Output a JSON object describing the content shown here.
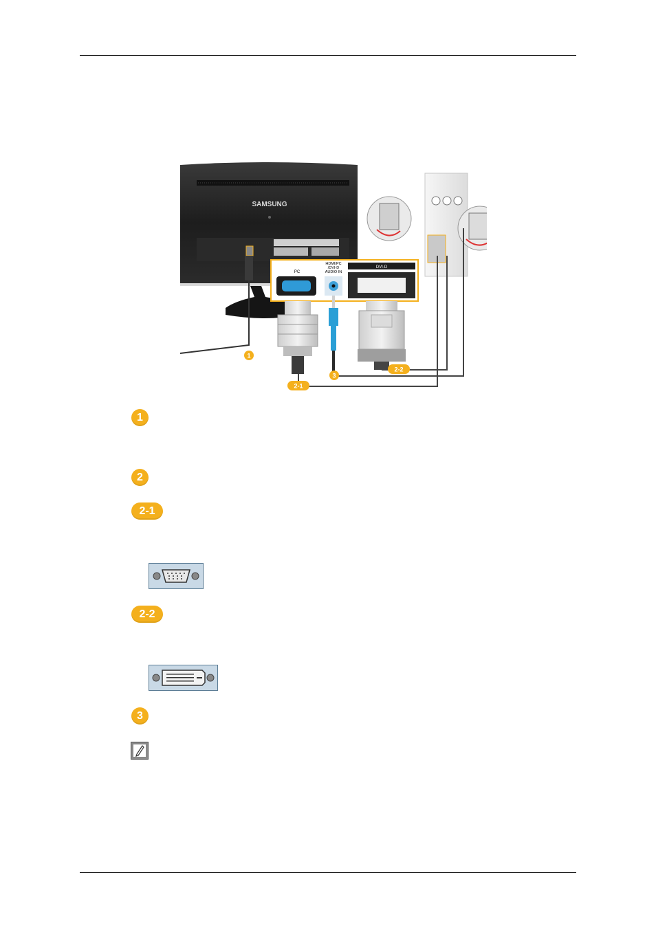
{
  "diagram": {
    "brand": "SAMSUNG",
    "port_labels": {
      "pc": "PC",
      "audio": [
        "HDMI/PC",
        "/DVI-D",
        "AUDIO  IN"
      ],
      "dvi": "DVI-D"
    },
    "callouts": [
      "1",
      "2-1",
      "2-2",
      "3"
    ]
  },
  "steps": [
    {
      "label": "1"
    },
    {
      "label": "2"
    },
    {
      "label": "2-1"
    },
    {
      "label": "2-2"
    },
    {
      "label": "3"
    }
  ],
  "icons": {
    "d_sub": "d-sub-port-icon",
    "dvi": "dvi-port-icon",
    "note": "note-icon"
  },
  "colors": {
    "badge": "#f4b01d",
    "monitor": "#1e1e1e",
    "cable_blue": "#2a9fd6",
    "pc_case": "#ececec"
  }
}
